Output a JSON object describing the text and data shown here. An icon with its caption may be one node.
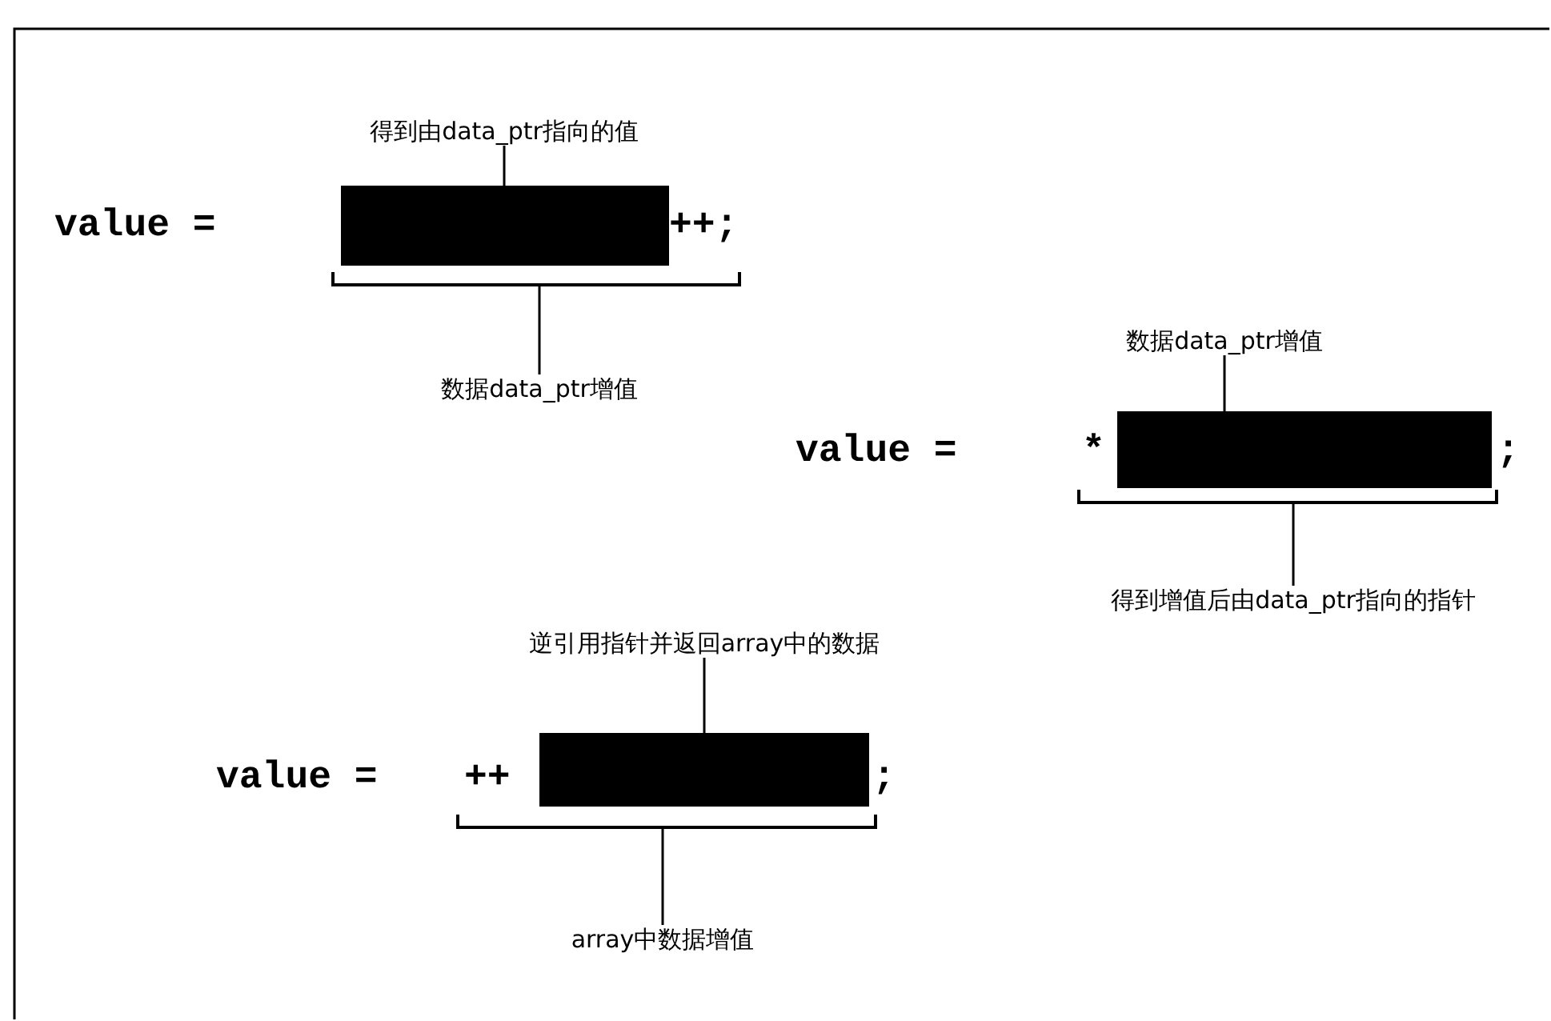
{
  "diagram": {
    "nodes": [
      {
        "text": [
          "得到由data_ptr指向的值"
        ]
      },
      {
        "text": [],
        "shape": "bar"
      },
      {
        "text": [],
        "shape": "bracket"
      },
      {
        "text": [
          "数据data_ptr增值"
        ]
      },
      {
        "text": [
          "数据data_ptr增值"
        ]
      },
      {
        "text": [],
        "shape": "bar"
      },
      {
        "text": [],
        "shape": "bracket"
      },
      {
        "text": [
          "得到增值后由data_ptr指向的指针"
        ]
      },
      {
        "text": [
          "逆引用指针并返回array中的数据"
        ]
      },
      {
        "text": [],
        "shape": "bar"
      },
      {
        "text": [],
        "shape": "bracket"
      },
      {
        "text": [
          "array中数据增值"
        ]
      }
    ],
    "edges": [
      {
        "from": 0,
        "to": 1,
        "arrow": "none"
      },
      {
        "from": 2,
        "to": 3,
        "arrow": "none"
      },
      {
        "from": 4,
        "to": 5,
        "arrow": "none"
      },
      {
        "from": 6,
        "to": 7,
        "arrow": "none"
      },
      {
        "from": 8,
        "to": 9,
        "arrow": "none"
      },
      {
        "from": 10,
        "to": 11,
        "arrow": "none"
      }
    ],
    "labels": [
      "value =",
      "++;",
      "value =",
      "*",
      ";",
      "value =",
      "++",
      ";"
    ]
  }
}
